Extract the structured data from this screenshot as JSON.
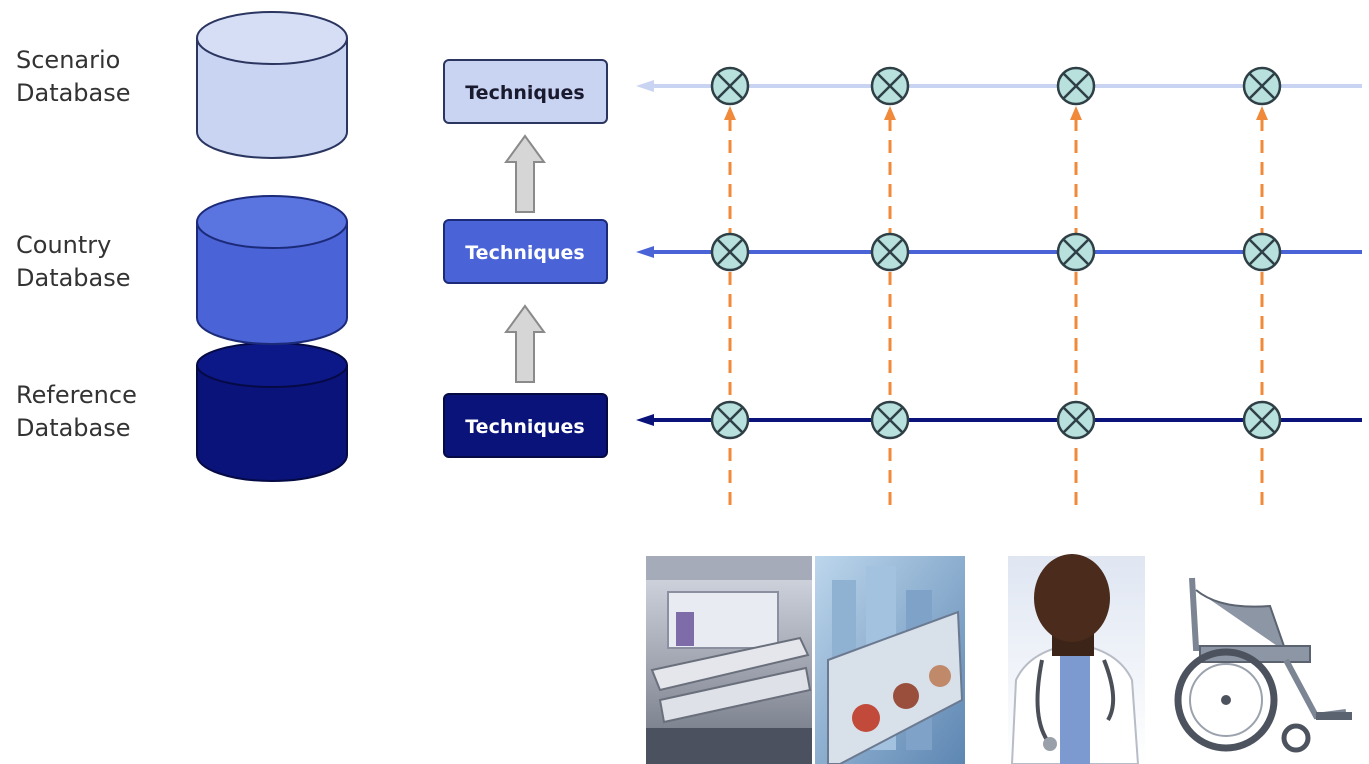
{
  "colors": {
    "scenario": "#c9d3f2",
    "country": "#4a63d6",
    "reference": "#0a137a",
    "outline": "#2a3560",
    "orange": "#f08a3a",
    "node_fill": "#b8e0dc",
    "node_stroke": "#2f3f46",
    "arrow_grey": "#c8c8c8"
  },
  "databases": [
    {
      "id": "scenario",
      "line1": "Scenario",
      "line2": "Database"
    },
    {
      "id": "country",
      "line1": "Country",
      "line2": "Database"
    },
    {
      "id": "reference",
      "line1": "Reference",
      "line2": "Database"
    }
  ],
  "technique_boxes": [
    {
      "id": "scenario",
      "label": "Techniques"
    },
    {
      "id": "country",
      "label": "Techniques"
    },
    {
      "id": "reference",
      "label": "Techniques"
    }
  ],
  "grid": {
    "rows": [
      "scenario",
      "country",
      "reference"
    ],
    "columns": 4
  },
  "images": [
    {
      "id": "hospital-room-photo",
      "icon": "hospital-room"
    },
    {
      "id": "office-buildings-photo",
      "icon": "office-buildings"
    },
    {
      "id": "doctor-photo",
      "icon": "doctor"
    },
    {
      "id": "wheelchair-photo",
      "icon": "wheelchair"
    }
  ]
}
